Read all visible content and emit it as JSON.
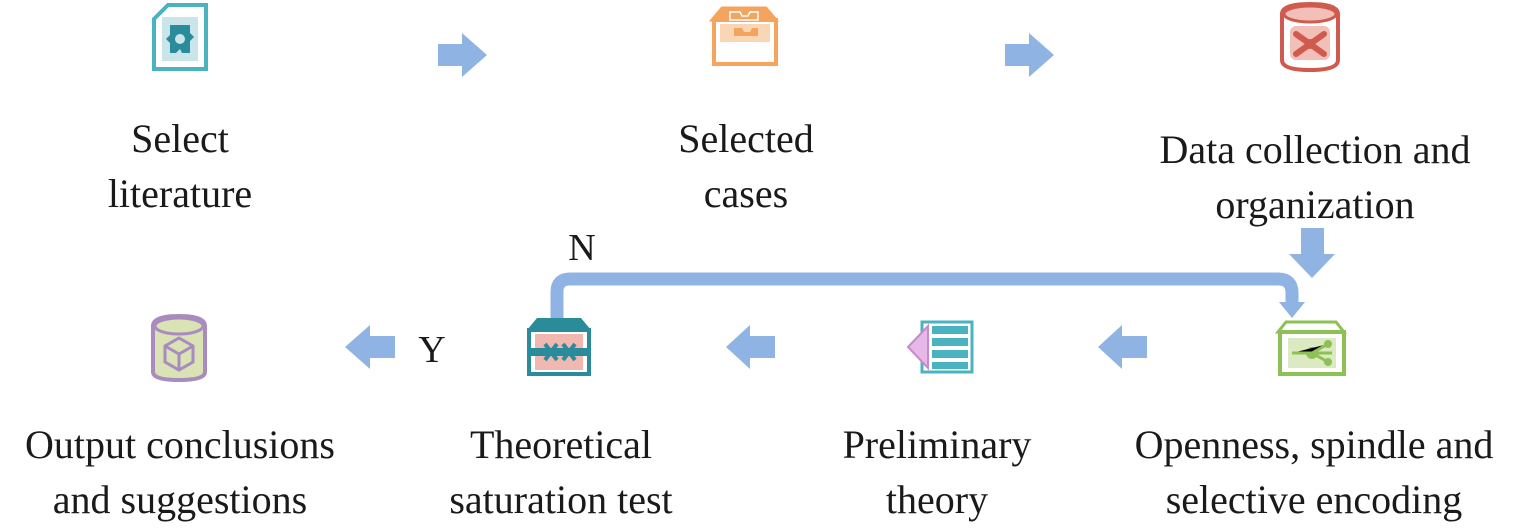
{
  "steps": [
    {
      "id": "select-literature",
      "lines": [
        "Select",
        "literature"
      ],
      "icon": "document-puzzle-icon",
      "color": "#4bb3c0"
    },
    {
      "id": "selected-cases",
      "lines": [
        "Selected",
        "cases"
      ],
      "icon": "box-puzzle-icon",
      "color": "#f4a45f"
    },
    {
      "id": "data-collection",
      "lines": [
        "Data collection and",
        "organization"
      ],
      "icon": "database-icon",
      "color": "#cf5a4d"
    },
    {
      "id": "encoding",
      "lines": [
        "Openness, spindle and",
        "selective encoding"
      ],
      "icon": "box-network-icon",
      "color": "#8dc156"
    },
    {
      "id": "preliminary-theory",
      "lines": [
        "Preliminary",
        "theory"
      ],
      "icon": "list-icon",
      "color": "#4bb3c0"
    },
    {
      "id": "saturation-test",
      "lines": [
        "Theoretical",
        "saturation test"
      ],
      "icon": "box-network-icon",
      "color": "#2a8c9a"
    },
    {
      "id": "output",
      "lines": [
        "Output conclusions",
        "and suggestions"
      ],
      "icon": "database-cube-icon",
      "color": "#a98bbf"
    }
  ],
  "labels": {
    "no": "N",
    "yes": "Y"
  },
  "arrow_color": "#8fb4e3"
}
